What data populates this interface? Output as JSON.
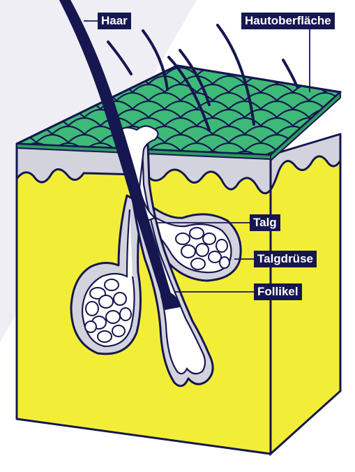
{
  "labels": {
    "hair": "Haar",
    "skin_surface": "Hautoberfläche",
    "sebum": "Talg",
    "sebaceous_gland": "Talgdrüse",
    "follicle": "Follikel"
  },
  "colors": {
    "navy": "#161650",
    "skin_green": "#3dba78",
    "epidermis_grey": "#d3d3dd",
    "dermis_yellow": "#f2ee38",
    "background_shape": "#eeeef4",
    "white": "#ffffff"
  }
}
